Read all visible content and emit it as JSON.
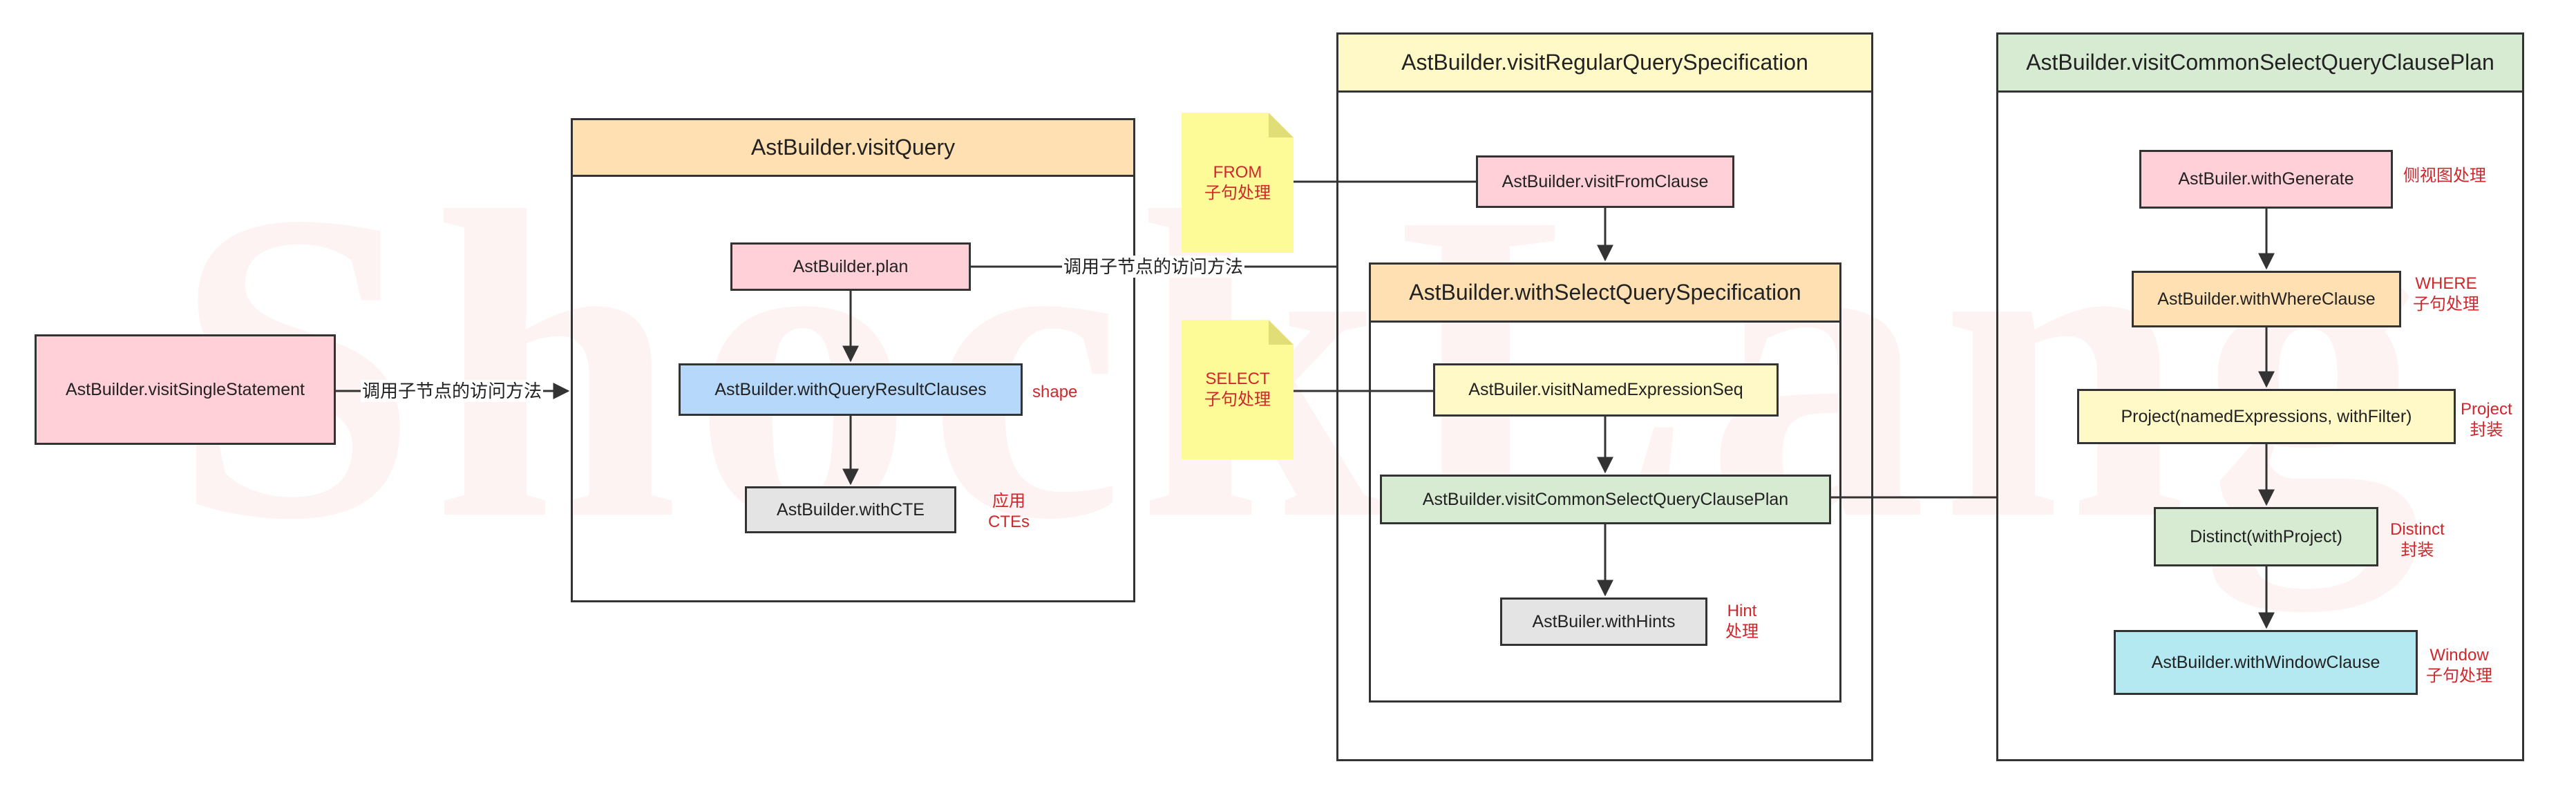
{
  "watermark": "ShockLang",
  "frames": {
    "visit_query": {
      "title": "AstBuilder.visitQuery"
    },
    "regular_spec": {
      "title": "AstBuilder.visitRegularQuerySpecification"
    },
    "select_spec": {
      "title": "AstBuilder.withSelectQuerySpecification"
    },
    "common_plan": {
      "title": "AstBuilder.visitCommonSelectQueryClausePlan"
    }
  },
  "nodes": {
    "visit_single_statement": "AstBuilder.visitSingleStatement",
    "plan": "AstBuilder.plan",
    "with_query_result_clauses": "AstBuilder.withQueryResultClauses",
    "with_cte": "AstBuilder.withCTE",
    "visit_from_clause": "AstBuilder.visitFromClause",
    "visit_named_expression_seq": "AstBuiler.visitNamedExpressionSeq",
    "visit_common_select_query_clause_plan": "AstBuilder.visitCommonSelectQueryClausePlan",
    "with_hints": "AstBuiler.withHints",
    "with_generate": "AstBuiler.withGenerate",
    "with_where_clause": "AstBuilder.withWhereClause",
    "project": "Project(namedExpressions, withFilter)",
    "distinct": "Distinct(withProject)",
    "with_window_clause": "AstBuilder.withWindowClause"
  },
  "edge_labels": {
    "call_children_1": "调用子节点的访问方法",
    "call_children_2": "调用子节点的访问方法"
  },
  "notes": {
    "from": {
      "line1": "FROM",
      "line2": "子句处理"
    },
    "select": {
      "line1": "SELECT",
      "line2": "子句处理"
    }
  },
  "annotations": {
    "shape": {
      "line1": "shape"
    },
    "apply_ctes": {
      "line1": "应用",
      "line2": "CTEs"
    },
    "hint": {
      "line1": "Hint",
      "line2": "处理"
    },
    "lateral_view": {
      "line1": "侧视图处理"
    },
    "where": {
      "line1": "WHERE",
      "line2": "子句处理"
    },
    "project": {
      "line1": "Project",
      "line2": "封装"
    },
    "distinct": {
      "line1": "Distinct",
      "line2": "封装"
    },
    "window": {
      "line1": "Window",
      "line2": "子句处理"
    }
  },
  "colors": {
    "frame_head_orange": "#ffe0b3",
    "frame_head_yellow": "#fff9c8",
    "frame_head_green": "#d7ebd3",
    "note_yellow": "#fdfa98",
    "annotation_red": "#d0272d",
    "node_pink": "#ffd0d8",
    "node_blue": "#b6d8fb",
    "node_gray": "#e4e4e4",
    "node_cyan": "#b5e9f2"
  }
}
